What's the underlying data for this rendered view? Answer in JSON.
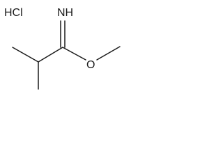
{
  "labels": {
    "salt": "HCl",
    "imine": "NH",
    "oxygen": "O"
  },
  "colors": {
    "ink": "#1a1a1a",
    "background": "#ffffff"
  }
}
